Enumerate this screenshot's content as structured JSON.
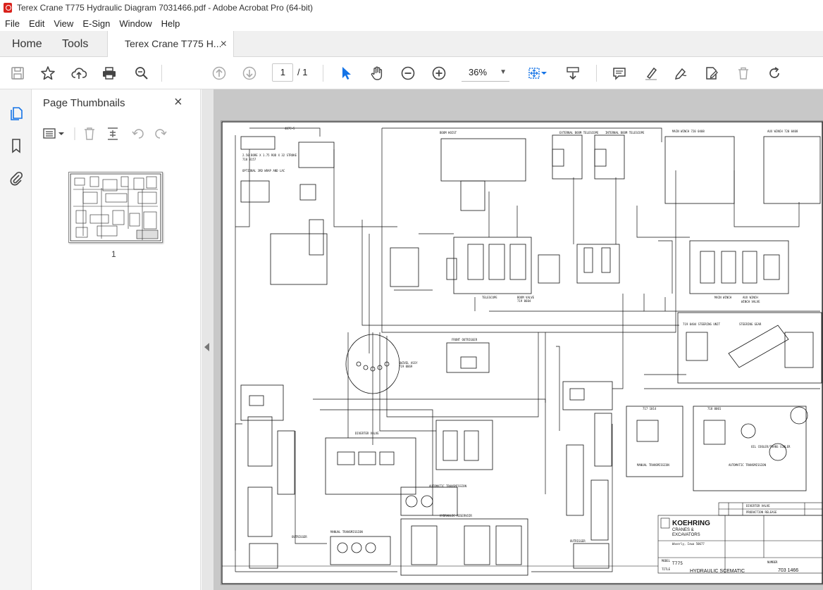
{
  "window": {
    "title": "Terex Crane T775 Hydraulic Diagram 7031466.pdf - Adobe Acrobat Pro (64-bit)"
  },
  "menu": [
    "File",
    "Edit",
    "View",
    "E-Sign",
    "Window",
    "Help"
  ],
  "tabs": {
    "home": "Home",
    "tools": "Tools",
    "document": "Terex Crane T775 H...",
    "close": "×"
  },
  "toolbar": {
    "page_current": "1",
    "page_total": "/ 1",
    "zoom": "36%"
  },
  "thumbnails": {
    "title": "Page Thumbnails",
    "close": "×",
    "page_label": "1"
  },
  "drawing": {
    "company_line1": "KOEHRING",
    "company_line2": "CRANES &",
    "company_line3": "EXCAVATORS",
    "location": "Waverly, Iowa 50677",
    "model_label": "MODEL",
    "model": "T775",
    "title_label": "TITLE",
    "title": "HYDRAULIC SCEMATIC",
    "number_label": "NUMBER",
    "number": "703 1466",
    "labels": {
      "boom_hoist": "BOOM HOIST",
      "main_winch": "MAIN WINCH",
      "aux_winch": "AUX WINCH",
      "winch_valve": "WINCH VALVE",
      "boom_valve": "BOOM VALVE",
      "front_outrigger": "FRONT OUTRIGGER",
      "swivel_assy": "SWIVEL ASSY",
      "hydraulic_reservoir": "HYDRAULIC RESERVOIR",
      "manual_transmission": "MANUAL TRANSMISSION",
      "automatic_transmission": "AUTOMATIC TRANSMISSION",
      "outrigger": "OUTRIGGER",
      "diverter_valve": "DIVERTER VALVE",
      "steering_gear": "STEERING GEAR",
      "oil_cooler": "OIL COOLER"
    }
  },
  "colors": {
    "accent_blue": "#1473e6",
    "tab_bg": "#f0f0f0",
    "viewer_bg": "#c8c8c8",
    "acrobat_red": "#d9221c"
  }
}
